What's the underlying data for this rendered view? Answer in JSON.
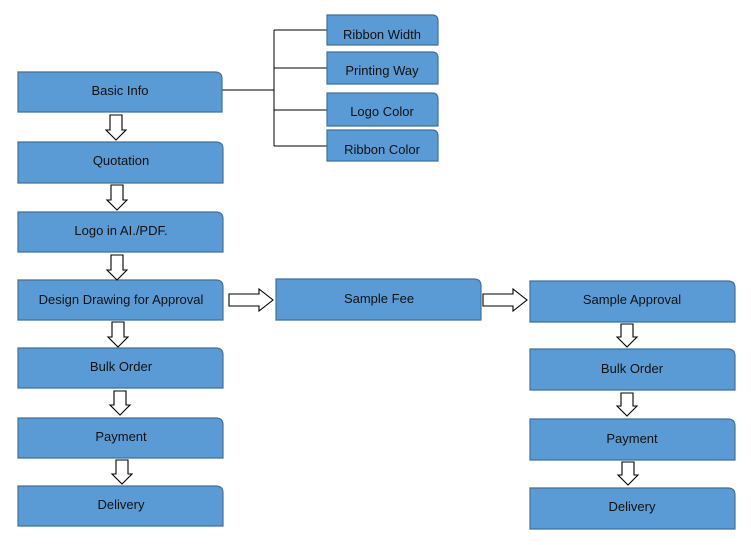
{
  "diagram": {
    "colors": {
      "box_fill": "#5b9bd5",
      "box_border": "#41719c",
      "text": "#111111",
      "connector": "#000000",
      "arrow_fill": "#ffffff"
    },
    "nodes": {
      "basic_info": "Basic Info",
      "quotation": "Quotation",
      "logo_file": "Logo in AI./PDF.",
      "design_drawing": "Design Drawing for Approval",
      "bulk_order_main": "Bulk Order",
      "payment_main": "Payment",
      "delivery_main": "Delivery",
      "ribbon_width": "Ribbon Width",
      "printing_way": "Printing Way",
      "logo_color": "Logo Color",
      "ribbon_color": "Ribbon Color",
      "sample_fee": "Sample Fee",
      "sample_approval": "Sample Approval",
      "bulk_order_sample": "Bulk Order",
      "payment_sample": "Payment",
      "delivery_sample": "Delivery"
    },
    "edges": [
      {
        "from": "basic_info",
        "to": "quotation",
        "kind": "down-arrow"
      },
      {
        "from": "quotation",
        "to": "logo_file",
        "kind": "down-arrow"
      },
      {
        "from": "logo_file",
        "to": "design_drawing",
        "kind": "down-arrow"
      },
      {
        "from": "design_drawing",
        "to": "bulk_order_main",
        "kind": "down-arrow"
      },
      {
        "from": "bulk_order_main",
        "to": "payment_main",
        "kind": "down-arrow"
      },
      {
        "from": "payment_main",
        "to": "delivery_main",
        "kind": "down-arrow"
      },
      {
        "from": "design_drawing",
        "to": "sample_fee",
        "kind": "right-arrow"
      },
      {
        "from": "sample_fee",
        "to": "sample_approval",
        "kind": "right-arrow"
      },
      {
        "from": "sample_approval",
        "to": "bulk_order_sample",
        "kind": "down-arrow"
      },
      {
        "from": "bulk_order_sample",
        "to": "payment_sample",
        "kind": "down-arrow"
      },
      {
        "from": "payment_sample",
        "to": "delivery_sample",
        "kind": "down-arrow"
      },
      {
        "from": "basic_info",
        "to": "ribbon_width",
        "kind": "bracket-line"
      },
      {
        "from": "basic_info",
        "to": "printing_way",
        "kind": "bracket-line"
      },
      {
        "from": "basic_info",
        "to": "logo_color",
        "kind": "bracket-line"
      },
      {
        "from": "basic_info",
        "to": "ribbon_color",
        "kind": "bracket-line"
      }
    ]
  }
}
